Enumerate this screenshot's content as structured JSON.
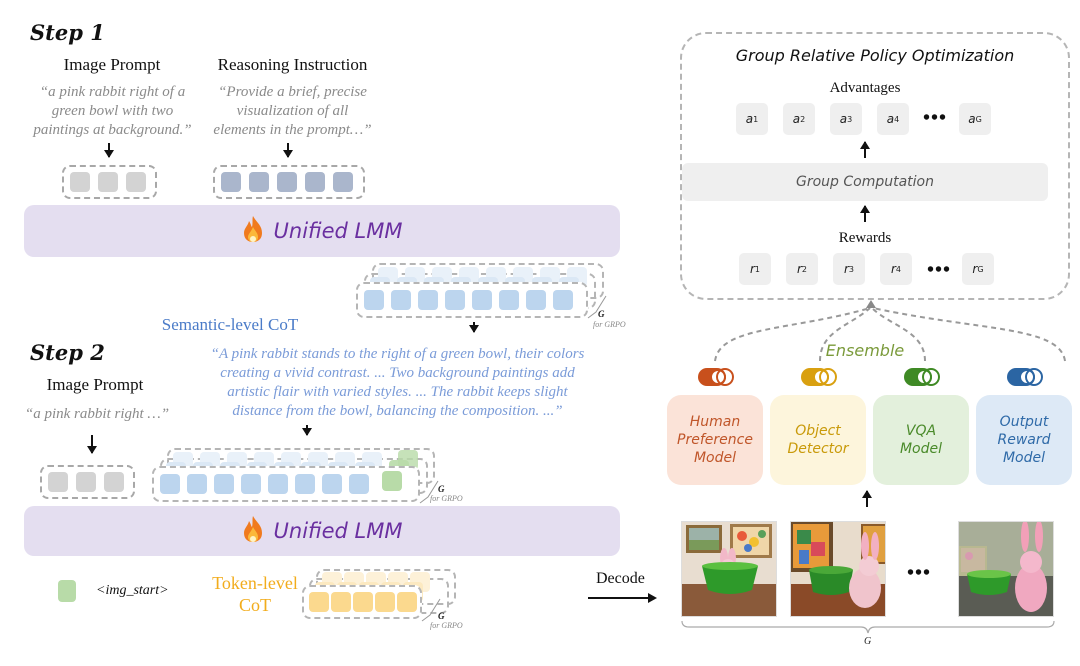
{
  "step1": {
    "title": "Step 1",
    "image_prompt_label": "Image Prompt",
    "image_prompt_text": "“a pink rabbit right of a green bowl with two paintings at background.”",
    "reasoning_label": "Reasoning Instruction",
    "reasoning_text": "“Provide a brief, precise visualization of all elements in the prompt…”",
    "prompt_tokens": 3,
    "reasoning_tokens": 5,
    "lmm_label": "Unified LMM",
    "output_tokens": 8,
    "output_label": "Semantic-level CoT",
    "group_label": "G",
    "group_sub": "for GRPO"
  },
  "step2": {
    "title": "Step 2",
    "image_prompt_label": "Image Prompt",
    "image_prompt_text": "“a pink rabbit right …”",
    "semantic_cot_text": "“A pink rabbit stands to the right of a green bowl, their colors creating a vivid contrast. ... Two background paintings add artistic flair with varied styles. ... The rabbit keeps slight distance from the bowl, balancing the composition. ...”",
    "prompt_tokens": 3,
    "cot_tokens": 8,
    "lmm_label": "Unified LMM",
    "token_cot_label_line1": "Token-level",
    "token_cot_label_line2": "CoT",
    "token_cot_tokens": 5,
    "group_label": "G",
    "group_sub": "for GRPO",
    "legend_label": "<img_start>",
    "decode_label": "Decode"
  },
  "grpo": {
    "title": "Group Relative Policy Optimization",
    "advantages_label": "Advantages",
    "advantages": [
      {
        "sym": "a",
        "sub": "1"
      },
      {
        "sym": "a",
        "sub": "2"
      },
      {
        "sym": "a",
        "sub": "3"
      },
      {
        "sym": "a",
        "sub": "4"
      },
      {
        "sym": "a",
        "sub": "G"
      }
    ],
    "group_computation_label": "Group Computation",
    "rewards_label": "Rewards",
    "rewards": [
      {
        "sym": "r",
        "sub": "1"
      },
      {
        "sym": "r",
        "sub": "2"
      },
      {
        "sym": "r",
        "sub": "3"
      },
      {
        "sym": "r",
        "sub": "4"
      },
      {
        "sym": "r",
        "sub": "G"
      }
    ],
    "ellipsis": "•••"
  },
  "ensemble": {
    "label": "Ensemble",
    "label_color": "#7a9a3a",
    "models": [
      {
        "name_line1": "Human",
        "name_line2": "Preference",
        "name_line3": "Model",
        "text_color": "#c0562a",
        "bg_color": "#fbe3d8",
        "toggle_color": "#c8501c"
      },
      {
        "name_line1": "Object",
        "name_line2": "Detector",
        "name_line3": "",
        "text_color": "#c99a0a",
        "bg_color": "#fdf5dc",
        "toggle_color": "#d9a010"
      },
      {
        "name_line1": "VQA",
        "name_line2": "Model",
        "name_line3": "",
        "text_color": "#4a8a2a",
        "bg_color": "#e3f0dc",
        "toggle_color": "#3f8a25"
      },
      {
        "name_line1": "Output",
        "name_line2": "Reward",
        "name_line3": "Model",
        "text_color": "#2f6aa8",
        "bg_color": "#dde9f6",
        "toggle_color": "#2b65a3"
      }
    ]
  },
  "generated": {
    "group_label": "G",
    "ellipsis": "•••",
    "images": [
      "generated-image-1",
      "generated-image-2",
      "generated-image-G"
    ]
  }
}
